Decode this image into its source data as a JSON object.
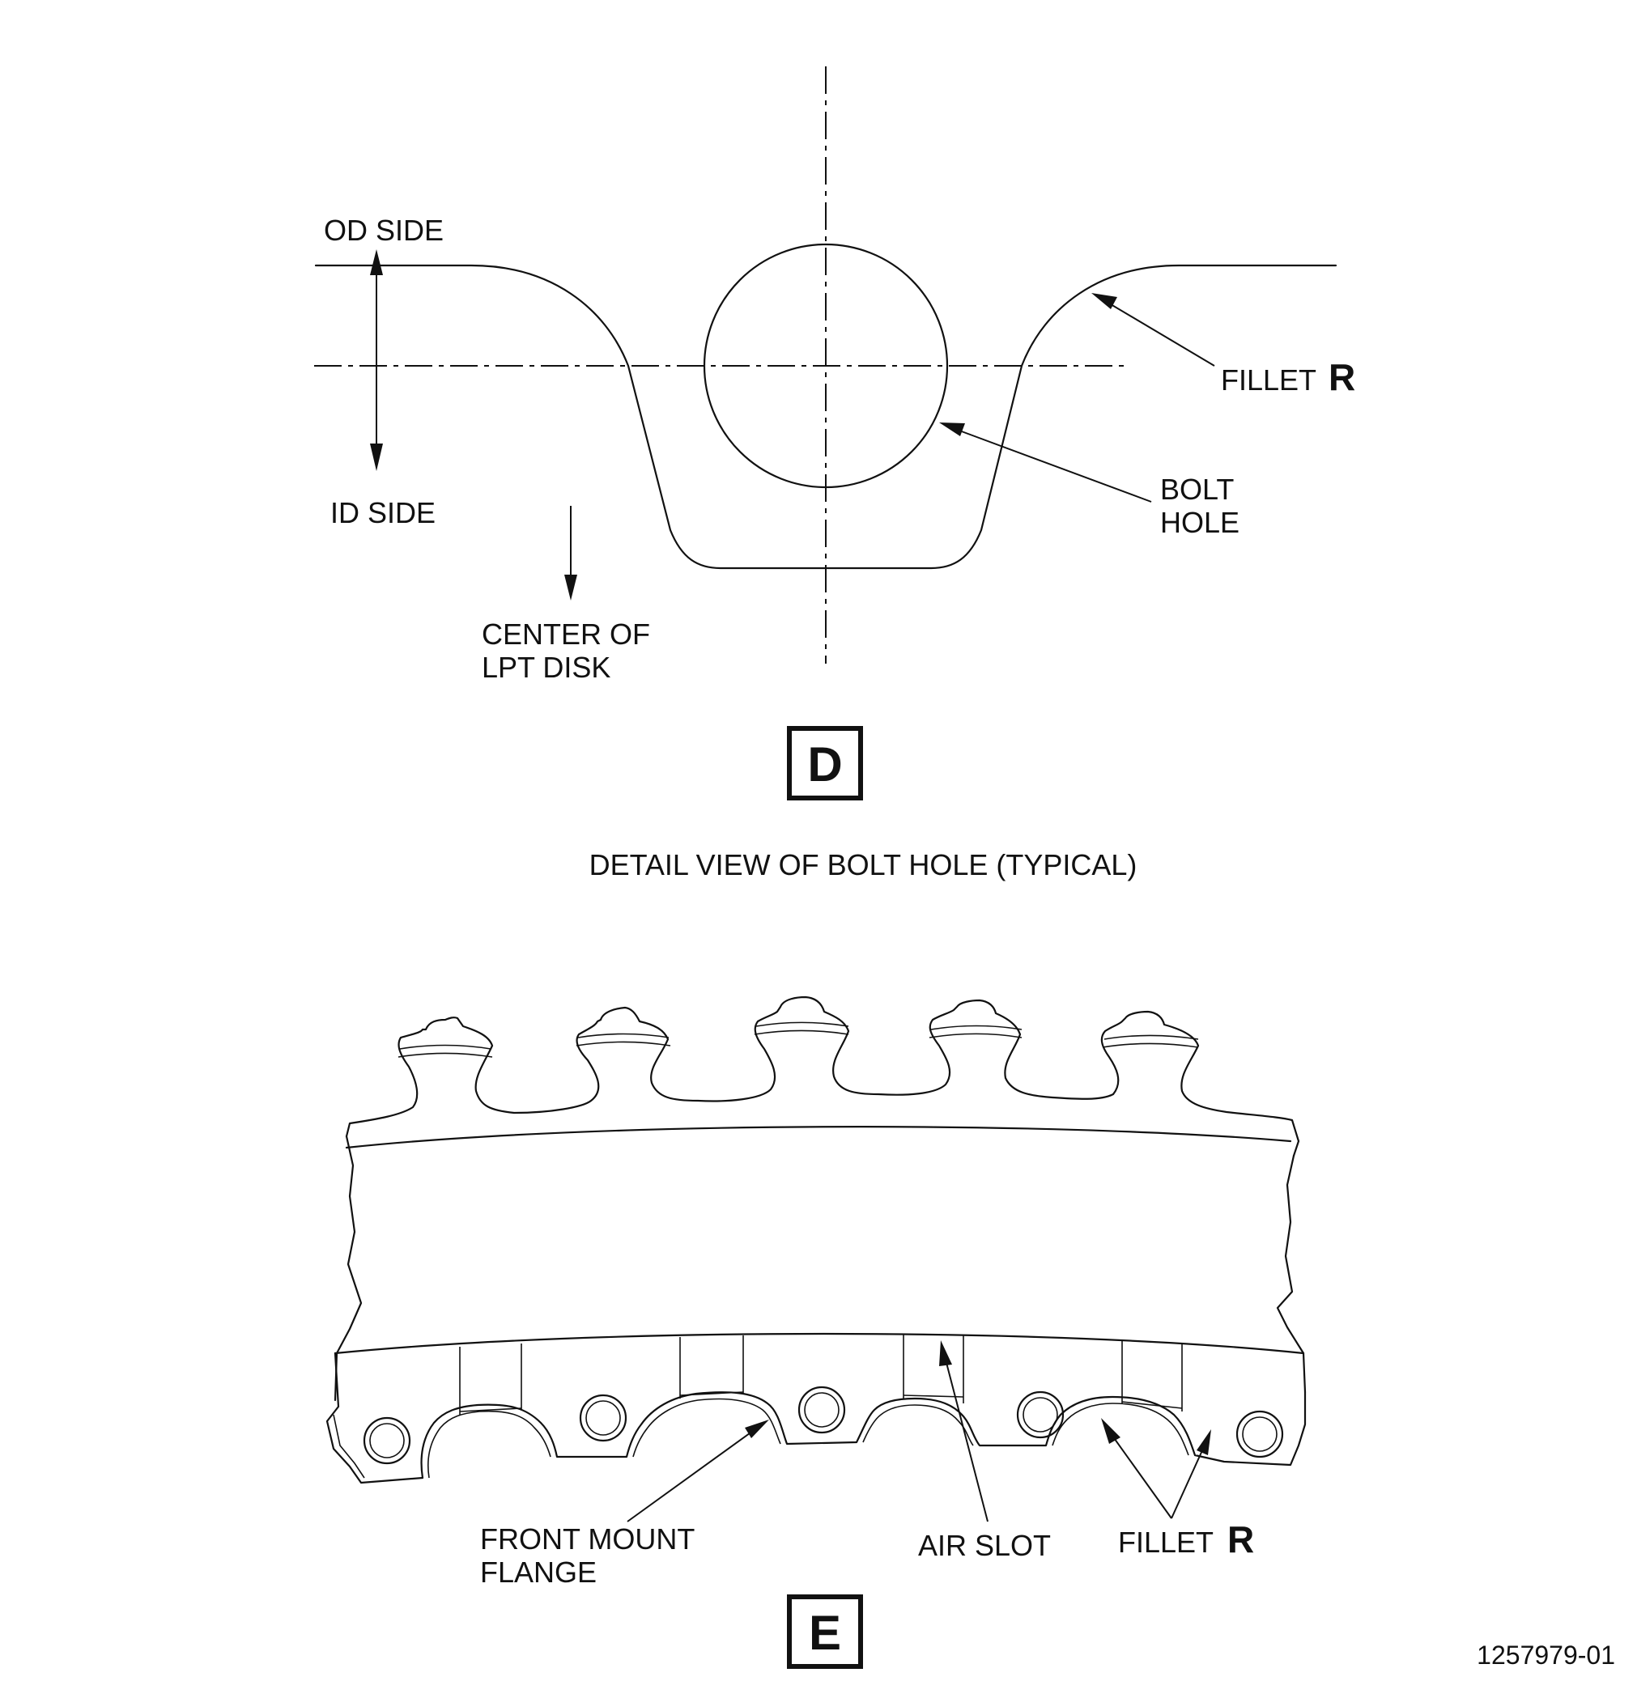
{
  "detail_d": {
    "od_side": "OD SIDE",
    "id_side": "ID SIDE",
    "center_line1": "CENTER OF",
    "center_line2": "LPT DISK",
    "fillet_text": "FILLET",
    "fillet_r": "R",
    "bolt_line1": "BOLT",
    "bolt_line2": "HOLE",
    "box_letter": "D",
    "caption": "DETAIL VIEW OF BOLT HOLE (TYPICAL)"
  },
  "detail_e": {
    "front_line1": "FRONT MOUNT",
    "front_line2": "FLANGE",
    "air_slot": "AIR SLOT",
    "fillet_text": "FILLET",
    "fillet_r": "R",
    "box_letter": "E"
  },
  "figure_number": "1257979-01"
}
